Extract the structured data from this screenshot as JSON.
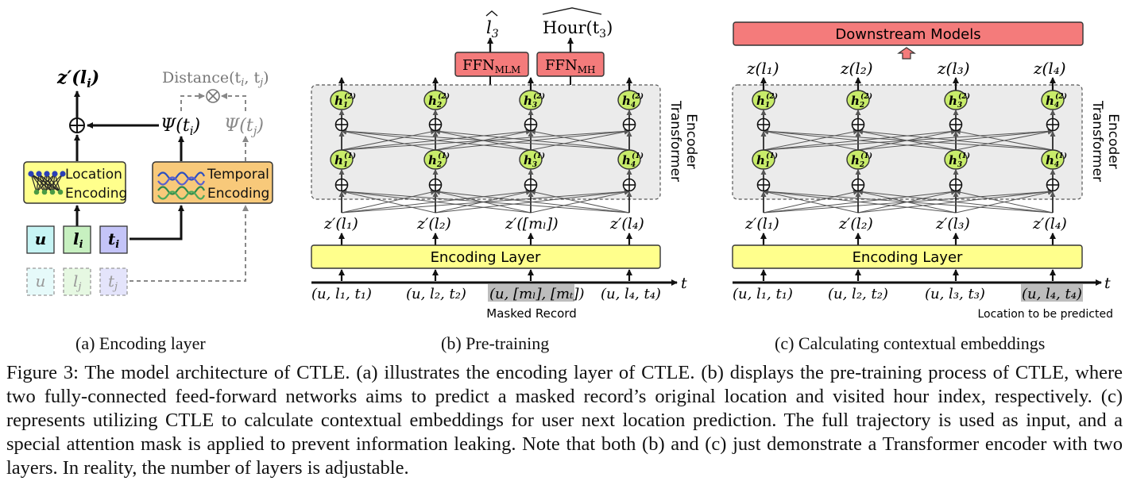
{
  "panel_a": {
    "output_label": "z′(l",
    "output_sub": "i",
    "distance_label": "Distance(t",
    "distance_sub_i": "i",
    "distance_sub_j": "j",
    "psi_i": "Ψ(t",
    "psi_j": "Ψ(t",
    "location_line1": "Location",
    "location_line2": "Encoding",
    "temporal_line1": "Temporal",
    "temporal_line2": "Encoding",
    "token_u": "u",
    "token_l": "l",
    "token_t": "t",
    "sub_i": "i",
    "sub_j": "j",
    "caption": "(a)  Encoding layer"
  },
  "panel_b": {
    "out1": "l",
    "out1_sub": "3",
    "out2": "Hour(t",
    "out2_sub": "3",
    "ffn1": "FFN",
    "ffn1_sub": "MLM",
    "ffn2": "FFN",
    "ffn2_sub": "MH",
    "transformer_label1": "Transformer",
    "transformer_label2": "Encoder",
    "z_labels": [
      "z′(l₁)",
      "z′(l₂)",
      "z′([mₗ])",
      "z′(l₄)"
    ],
    "encoding_layer": "Encoding Layer",
    "records": [
      "(u, l₁, t₁)",
      "(u, l₂, t₂)",
      "(u, [mₗ], [mₜ])",
      "(u, l₄, t₄)"
    ],
    "axis_t": "t",
    "masked_note": "Masked Record",
    "caption": "(b)  Pre-training"
  },
  "panel_c": {
    "downstream": "Downstream Models",
    "z_out": [
      "z(l₁)",
      "z(l₂)",
      "z(l₃)",
      "z(l₄)"
    ],
    "transformer_label1": "Transformer",
    "transformer_label2": "Encoder",
    "z_labels": [
      "z′(l₁)",
      "z′(l₂)",
      "z′(l₃)",
      "z′(l₄)"
    ],
    "encoding_layer": "Encoding Layer",
    "records": [
      "(u, l₁, t₁)",
      "(u, l₂, t₂)",
      "(u, l₃, t₃)",
      "(u, l₄, t₄)"
    ],
    "axis_t": "t",
    "predict_note": "Location to be predicted",
    "caption": "(c)  Calculating contextual embeddings"
  },
  "hidden_nodes": {
    "h": "h",
    "layer2": [
      "(2)",
      "(2)",
      "(2)",
      "(2)"
    ],
    "layer1": [
      "(1)",
      "(1)",
      "(1)",
      "(1)"
    ],
    "subs": [
      "1",
      "2",
      "3",
      "4"
    ]
  },
  "caption_text": "Figure 3: The model architecture of CTLE. (a) illustrates the encoding layer of CTLE. (b) displays the pre-training process of CTLE, where two fully-connected feed-forward networks aims to predict a masked record’s original location and visited hour index, respectively. (c) represents utilizing CTLE to calculate contextual embeddings for user next location prediction. The full trajectory is used as input, and a special attention mask is applied to prevent information leaking. Note that both (b) and (c) just demonstrate a Transformer encoder with two layers. In reality, the number of layers is adjustable.",
  "colors": {
    "yellow": "#ffff8c",
    "orange": "#f8c97a",
    "cyan": "#c6f4f4",
    "green": "#c7f0c0",
    "purple": "#c4c4f8",
    "red_box": "#f47b7b",
    "green_node": "#c8ec6a",
    "gray_panel": "#ebebeb"
  }
}
